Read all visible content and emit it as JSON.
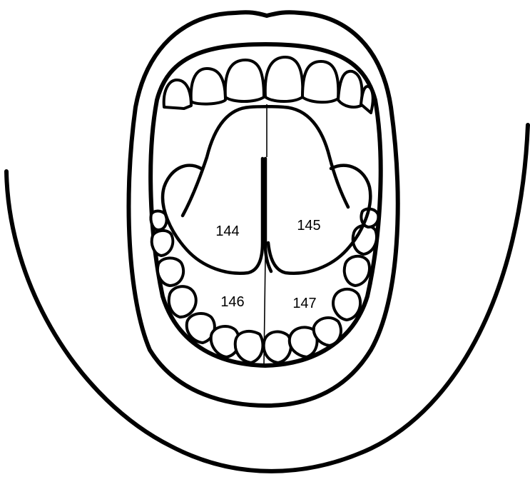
{
  "diagram": {
    "regions": [
      {
        "id": "144",
        "label": "144"
      },
      {
        "id": "145",
        "label": "145"
      },
      {
        "id": "146",
        "label": "146"
      },
      {
        "id": "147",
        "label": "147"
      }
    ],
    "colors": {
      "line": "#000000",
      "background": "#ffffff"
    }
  }
}
